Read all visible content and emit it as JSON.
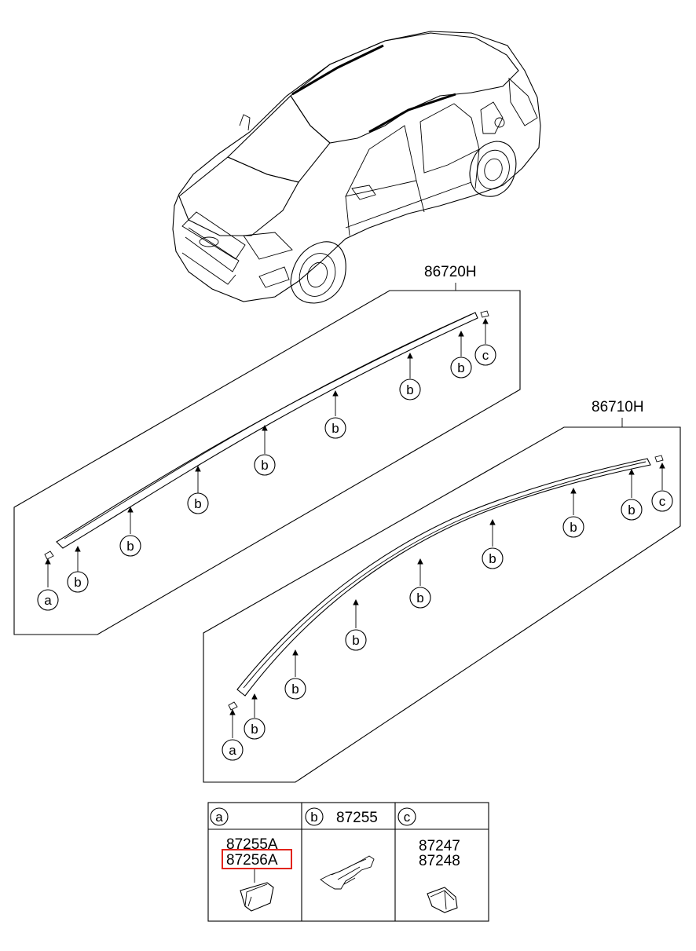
{
  "assemblies": {
    "upper": {
      "part_no": "86720H"
    },
    "lower": {
      "part_no": "86710H"
    }
  },
  "callout_letters": {
    "a": "a",
    "b": "b",
    "c": "c"
  },
  "legend": {
    "a": {
      "letter": "a",
      "parts": [
        "87255A",
        "87256A"
      ],
      "highlighted": "87256A"
    },
    "b": {
      "letter": "b",
      "parts": [
        "87255"
      ]
    },
    "c": {
      "letter": "c",
      "parts": [
        "87247",
        "87248"
      ]
    }
  },
  "colors": {
    "line": "#000000",
    "highlight": "#e2231a",
    "background": "#ffffff"
  },
  "icons": {
    "car": "car-illustration",
    "clip_a": "end-cap-clip-icon",
    "clip_b": "molding-clip-icon",
    "clip_c": "end-clip-icon"
  }
}
